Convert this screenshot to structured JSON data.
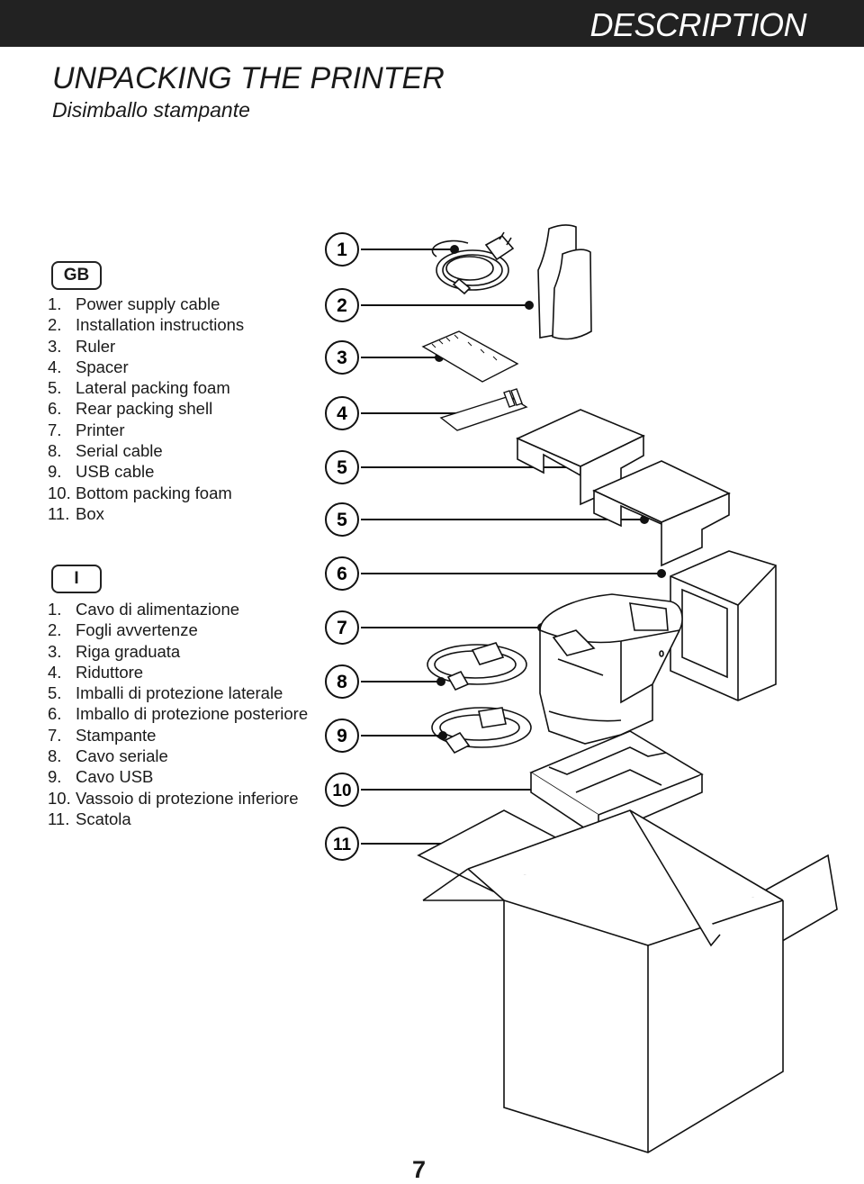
{
  "header": {
    "title": "DESCRIPTION"
  },
  "title": "UNPACKING THE PRINTER",
  "subtitle": "Disimballo stampante",
  "gb": {
    "badge": "GB",
    "items": [
      {
        "n": "1.",
        "t": "Power supply cable"
      },
      {
        "n": "2.",
        "t": "Installation instructions"
      },
      {
        "n": "3.",
        "t": "Ruler"
      },
      {
        "n": "4.",
        "t": "Spacer"
      },
      {
        "n": "5.",
        "t": "Lateral packing foam"
      },
      {
        "n": "6.",
        "t": "Rear packing shell"
      },
      {
        "n": "7.",
        "t": "Printer"
      },
      {
        "n": "8.",
        "t": "Serial cable"
      },
      {
        "n": "9.",
        "t": "USB cable"
      },
      {
        "n": "10.",
        "t": "Bottom packing foam"
      },
      {
        "n": "11.",
        "t": "Box"
      }
    ]
  },
  "it": {
    "badge": "I",
    "items": [
      {
        "n": "1.",
        "t": "Cavo di alimentazione"
      },
      {
        "n": "2.",
        "t": "Fogli avvertenze"
      },
      {
        "n": "3.",
        "t": "Riga graduata"
      },
      {
        "n": "4.",
        "t": "Riduttore"
      },
      {
        "n": "5.",
        "t": "Imballi di protezione laterale"
      },
      {
        "n": "6.",
        "t": "Imballo di protezione posteriore"
      },
      {
        "n": "7.",
        "t": "Stampante"
      },
      {
        "n": "8.",
        "t": "Cavo seriale"
      },
      {
        "n": "9.",
        "t": "Cavo USB"
      },
      {
        "n": "10.",
        "t": "Vassoio di protezione inferiore"
      },
      {
        "n": "11.",
        "t": "Scatola"
      }
    ]
  },
  "callouts": [
    "1",
    "2",
    "3",
    "4",
    "5",
    "5",
    "6",
    "7",
    "8",
    "9",
    "10",
    "11"
  ],
  "page_number": "7"
}
